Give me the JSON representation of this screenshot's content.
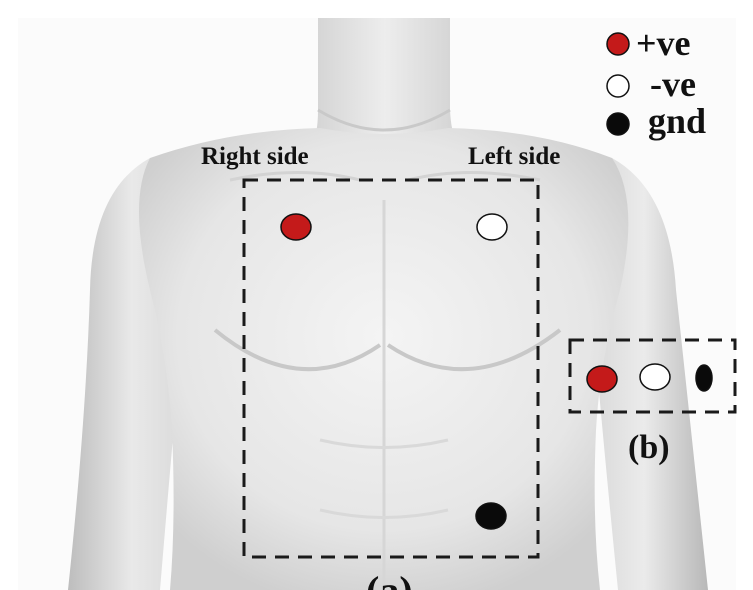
{
  "legend": {
    "positive_label": "+ve",
    "negative_label": "-ve",
    "ground_label": "gnd"
  },
  "labels": {
    "right_side": "Right side",
    "left_side": "Left side",
    "panel_a": "(a)",
    "panel_b": "(b)"
  },
  "colors": {
    "positive": "#c41a1a",
    "negative": "#ffffff",
    "ground": "#0a0a0a",
    "box": "#1a1a1a"
  }
}
